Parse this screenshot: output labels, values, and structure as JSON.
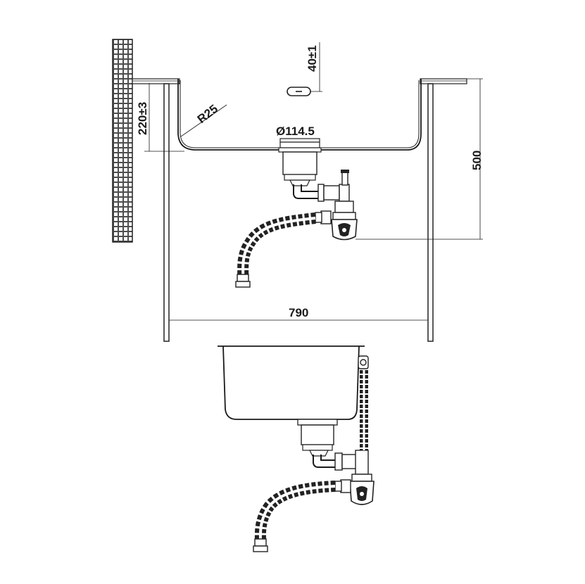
{
  "dimensions": {
    "overflow_height": "40±1",
    "bowl_depth": "220±3",
    "corner_radius": "R25",
    "drain_diameter": "Ø114.5",
    "cabinet_height": "500",
    "cabinet_width": "790"
  }
}
